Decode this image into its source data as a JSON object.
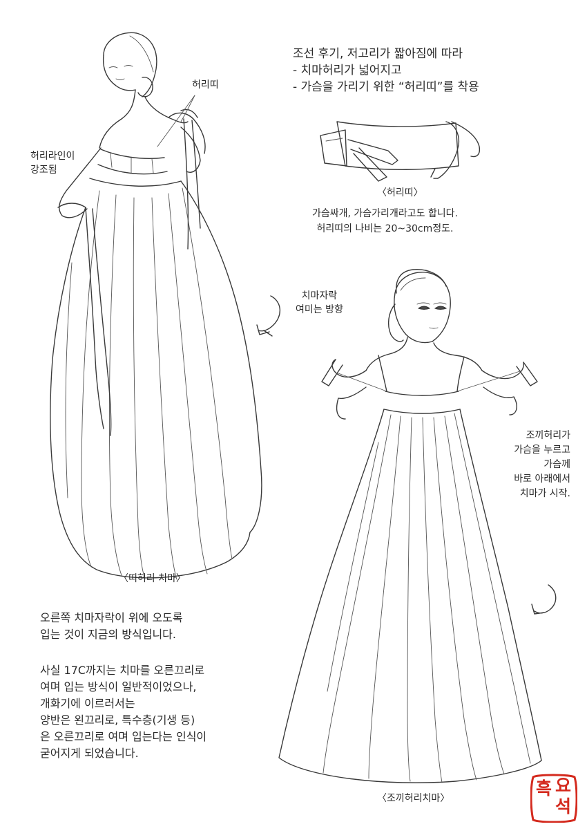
{
  "intro": {
    "lines": [
      "조선 후기, 저고리가 짧아짐에 따라",
      "- 치마허리가 넓어지고",
      "- 가슴을 가리기 위한 “허리띠”를 착용"
    ]
  },
  "figure1": {
    "callout_waistband": "허리띠",
    "callout_waistline": [
      "허리라인이",
      "강조됨"
    ],
    "callout_wrap": [
      "치마자락",
      "여미는 방향"
    ],
    "caption": "〈띠허리 치마〉"
  },
  "belt": {
    "caption": "〈허리띠〉",
    "desc": [
      "가슴싸개, 가슴가리개라고도 합니다.",
      "허리띠의 나비는 20~30cm정도."
    ]
  },
  "figure2": {
    "callout": [
      "조끼허리가",
      "가슴을 누르고",
      "가슴께",
      "바로 아래에서",
      "치마가 시작."
    ],
    "caption": "〈조끼허리치마〉"
  },
  "notes": {
    "para1": [
      "오른쪽 치마자락이 위에 오도록",
      "입는 것이 지금의 방식입니다."
    ],
    "para2": [
      "사실 17C까지는 치마를 오른끄리로",
      "여며 입는 방식이 일반적이었으나,",
      "개화기에 이르러서는",
      "양반은 왼끄리로, 특수층(기생 등)",
      "은 오른끄리로 여며 입는다는 인식이",
      "굳어지게 되었습니다."
    ]
  },
  "seal": {
    "text": "흑요석",
    "color": "#d42a1e"
  }
}
